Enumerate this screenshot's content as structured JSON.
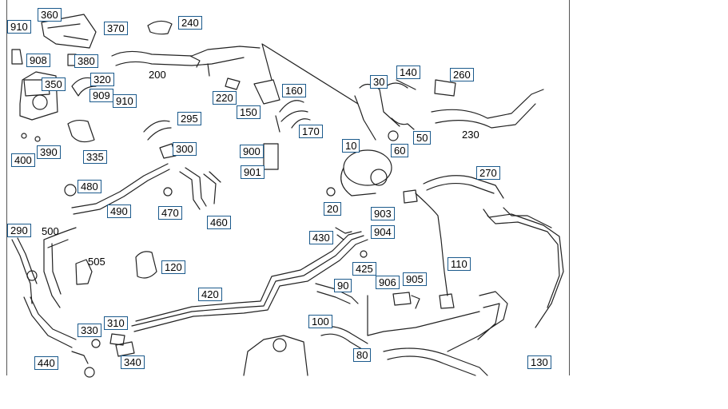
{
  "diagram": {
    "callouts": [
      "360",
      "370",
      "240",
      "910",
      "908",
      "380",
      "350",
      "320",
      "909",
      "910",
      "390",
      "335",
      "400",
      "200",
      "220",
      "160",
      "150",
      "170",
      "900",
      "901",
      "30",
      "140",
      "260",
      "50",
      "60",
      "10",
      "230",
      "270",
      "300",
      "295",
      "480",
      "490",
      "470",
      "460",
      "20",
      "903",
      "904",
      "430",
      "290",
      "500",
      "505",
      "120",
      "425",
      "110",
      "906",
      "905",
      "90",
      "420",
      "100",
      "310",
      "330",
      "440",
      "340",
      "80",
      "130"
    ],
    "plain_labels": [
      "200",
      "230",
      "500",
      "505"
    ]
  }
}
